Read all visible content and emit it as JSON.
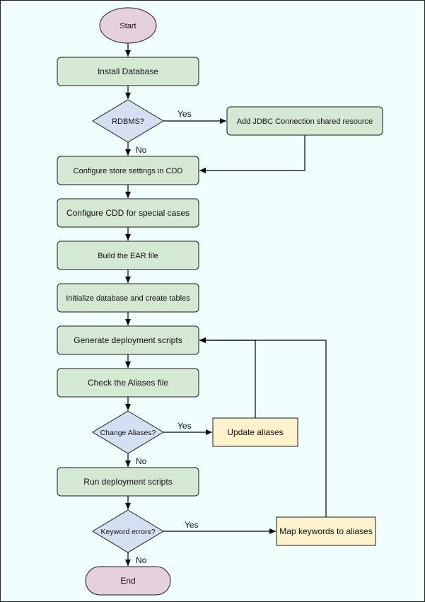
{
  "colors": {
    "background": "#f0fffe",
    "process_fill": "#d5e8d4",
    "process_stroke": "#1a1a1a",
    "decision_fill": "#d4dff2",
    "terminal_fill": "#e6d0de",
    "note_fill": "#fff2cc",
    "line": "#000000"
  },
  "nodes": {
    "start": "Start",
    "install_db": "Install Database",
    "rdbms": "RDBMS?",
    "add_jdbc": "Add JDBC Connection shared resource",
    "configure_store": "Configure store settings in CDD",
    "configure_cdd": "Configure CDD for special cases",
    "build_ear": "Build the EAR file",
    "init_db": "Initialize database and create tables",
    "generate_scripts": "Generate deployment scripts",
    "check_aliases": "Check the Aliases file",
    "change_aliases": "Change Aliases?",
    "update_aliases": "Update aliases",
    "run_scripts": "Run deployment scripts",
    "keyword_errors": "Keyword errors?",
    "map_keywords": "Map keywords to aliases",
    "end": "End"
  },
  "edge_labels": {
    "rdbms_yes": "Yes",
    "rdbms_no": "No",
    "aliases_yes": "Yes",
    "aliases_no": "No",
    "keyword_yes": "Yes",
    "keyword_no": "No"
  }
}
